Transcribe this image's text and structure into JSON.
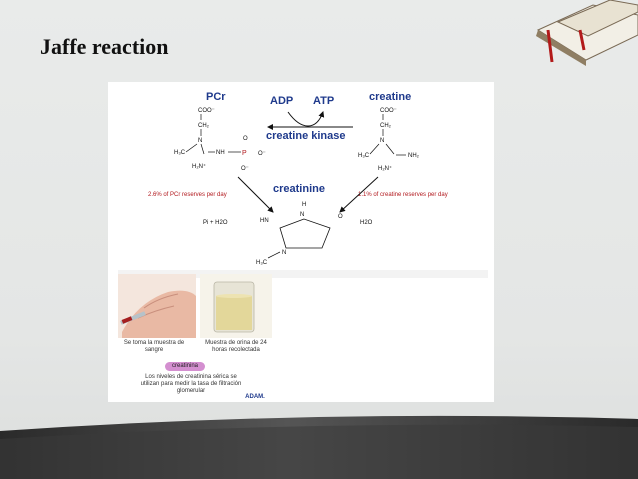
{
  "slide": {
    "title": "Jaffe reaction"
  },
  "diagram": {
    "pcr_label": "PCr",
    "adp_label": "ADP",
    "atp_label": "ATP",
    "creatine_label": "creatine",
    "enzyme_label": "creatine kinase",
    "creatinine_label": "creatinine",
    "pcr_reserves": "2.6% of PCr reserves per day",
    "creatine_reserves": "1.1% of creatine reserves per day",
    "pi_h2o": "Pi + H2O",
    "h2o": "H2O",
    "coo": "COO⁻",
    "ch2": "CH₂",
    "n": "N",
    "h3c": "H₃C",
    "nh": "NH",
    "h2n": "H₂N⁺",
    "nh2": "NH₂",
    "p": "P",
    "o_minus": "O⁻",
    "o": "O",
    "hn": "HN",
    "h": "H"
  },
  "illustration": {
    "caption_blood": "Se toma la muestra de sangre",
    "caption_urine": "Muestra de orina de 24 horas recolectada",
    "center_label": "creatinina",
    "caption_bottom": "Los niveles de creatinina sérica se utilizan para medir la tasa de filtración glomerular",
    "brand": "ADAM."
  },
  "colors": {
    "blue": "#1f3a8c",
    "red": "#b2191e",
    "bar": "#2a2a2a"
  }
}
